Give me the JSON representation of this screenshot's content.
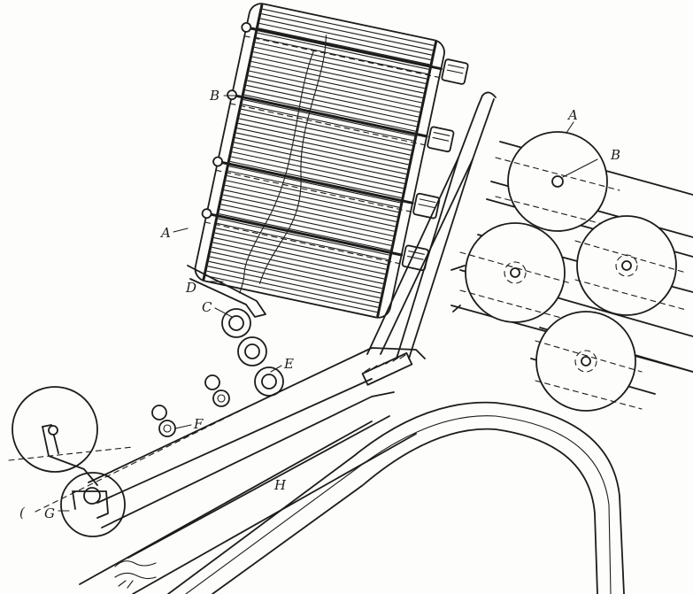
{
  "labels": {
    "frame_A": "A",
    "frame_B": "B",
    "frame_C": "C",
    "frame_D": "D",
    "roller_E": "E",
    "roller_F": "F",
    "drum_G": "G",
    "belt_H": "H",
    "lower_left_paren": "(",
    "detail_A": "A",
    "detail_B": "B"
  }
}
